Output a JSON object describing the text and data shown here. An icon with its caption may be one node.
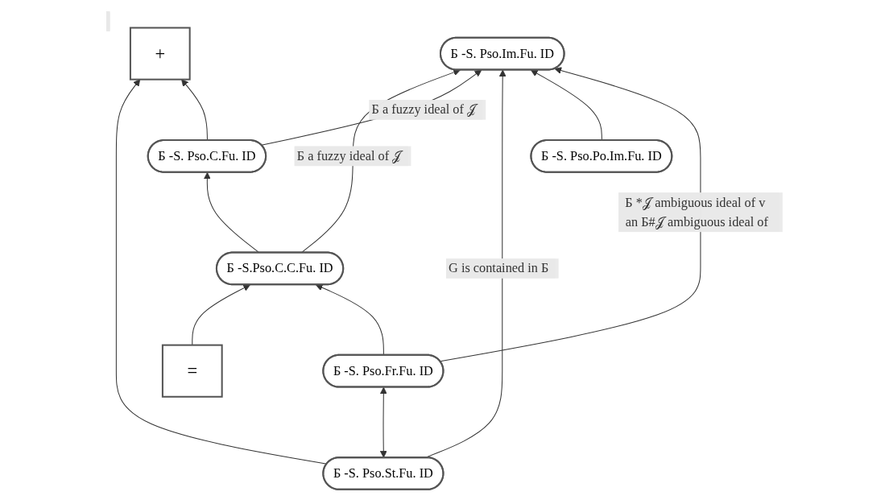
{
  "diagram": {
    "nodes": [
      {
        "text": [
          "Б -S.Pso.C.C.Fu. ID"
        ]
      },
      {
        "text": [
          "Б -S. Pso.C.Fu. ID"
        ]
      },
      {
        "text": [
          "Б -S. Pso.Im.Fu. ID"
        ]
      },
      {
        "text": [
          "Б -S. Pso.Po.Im.Fu. ID"
        ]
      },
      {
        "text": [
          "Б -S. Pso.St.Fu. ID"
        ]
      },
      {
        "text": [
          "Б -S. Pso.Fr.Fu. ID"
        ]
      },
      {
        "text": [
          "+"
        ]
      },
      {
        "text": [
          "="
        ]
      }
    ],
    "edges": [
      {
        "from": 4,
        "to": 6,
        "arrow": "to"
      },
      {
        "from": 1,
        "to": 6,
        "arrow": "to"
      },
      {
        "from": 7,
        "to": 0,
        "arrow": "to"
      },
      {
        "from": 0,
        "to": 1,
        "arrow": "to"
      },
      {
        "from": 0,
        "to": 2,
        "arrow": "to",
        "label": "Б a fuzzy ideal of 𝒥"
      },
      {
        "from": 1,
        "to": 2,
        "arrow": "to",
        "label": "Б a fuzzy ideal of 𝒥"
      },
      {
        "from": 4,
        "to": 2,
        "arrow": "to",
        "label": "G is contained in Б"
      },
      {
        "from": 3,
        "to": 2,
        "arrow": "to"
      },
      {
        "from": 5,
        "to": 2,
        "arrow": "to",
        "label": "Б *𝒥 ambiguous ideal of v an Б#𝒥 ambiguous ideal of"
      },
      {
        "from": 4,
        "to": 5,
        "arrow": "both"
      },
      {
        "from": 5,
        "to": 0,
        "arrow": "to"
      }
    ]
  }
}
